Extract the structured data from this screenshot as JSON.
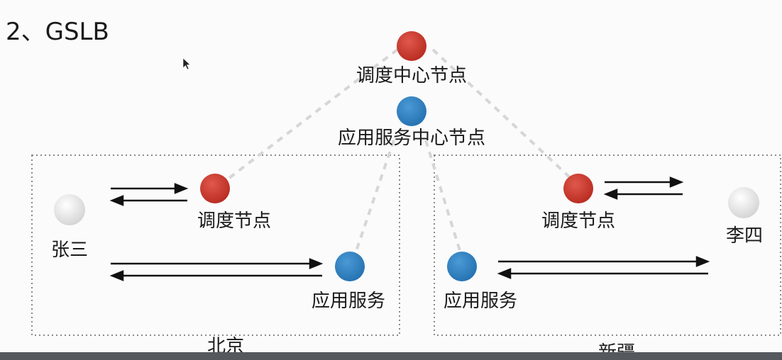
{
  "title": "2、GSLB",
  "colors": {
    "dispatch": "#c9362b",
    "app": "#2f7fc0",
    "user": "#e6e6e6",
    "connector": "#d6d6d6",
    "arrow": "#111111",
    "region_border": "#8a8a8a",
    "bottom_bar": "#55585c"
  },
  "center": {
    "dispatch_label": "调度中心节点",
    "app_label": "应用服务中心节点"
  },
  "regions": {
    "beijing": {
      "label": "北京",
      "user_label": "张三",
      "dispatch_label": "调度节点",
      "app_label": "应用服务"
    },
    "xinjiang": {
      "label": "新疆",
      "user_label": "李四",
      "dispatch_label": "调度节点",
      "app_label": "应用服务"
    }
  }
}
